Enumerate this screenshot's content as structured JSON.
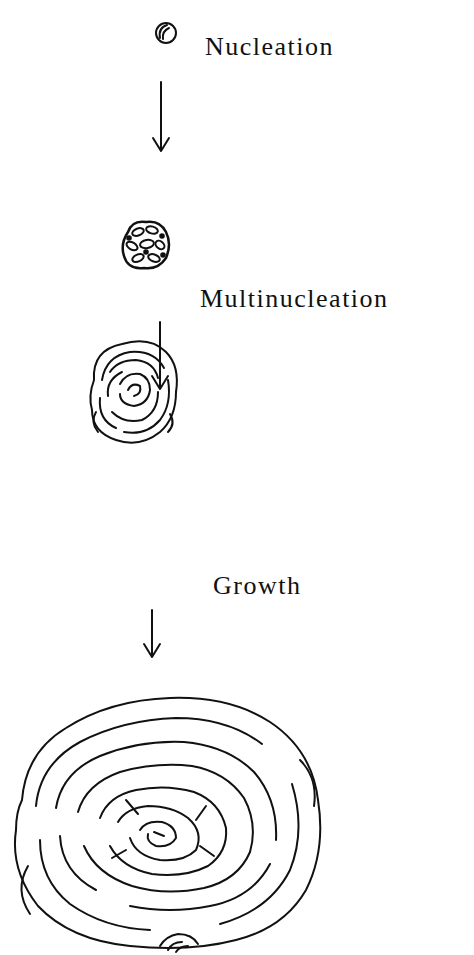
{
  "diagram": {
    "labels": [
      "Nucleation",
      "Multinucleation",
      "Growth"
    ]
  }
}
